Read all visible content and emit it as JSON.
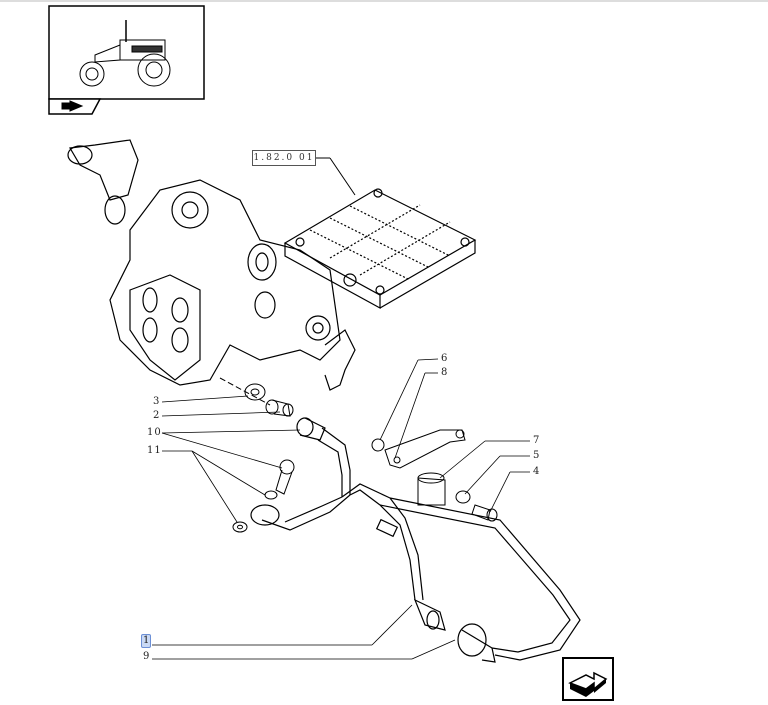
{
  "diagram": {
    "reference_code": "1.82.0 01",
    "callouts": [
      {
        "id": "c3",
        "text": "3"
      },
      {
        "id": "c2",
        "text": "2"
      },
      {
        "id": "c10",
        "text": "10"
      },
      {
        "id": "c11",
        "text": "11"
      },
      {
        "id": "c6",
        "text": "6"
      },
      {
        "id": "c8",
        "text": "8"
      },
      {
        "id": "c7",
        "text": "7"
      },
      {
        "id": "c5",
        "text": "5"
      },
      {
        "id": "c4",
        "text": "4"
      },
      {
        "id": "c1",
        "text": "1"
      },
      {
        "id": "c9",
        "text": "9"
      }
    ]
  },
  "icons": {
    "thumbnail": "tractor-thumbnail-icon",
    "back": "back-arrow-icon",
    "next": "next-page-arrow-icon"
  },
  "colors": {
    "line": "#000000",
    "highlight": "#c9d9f5"
  }
}
